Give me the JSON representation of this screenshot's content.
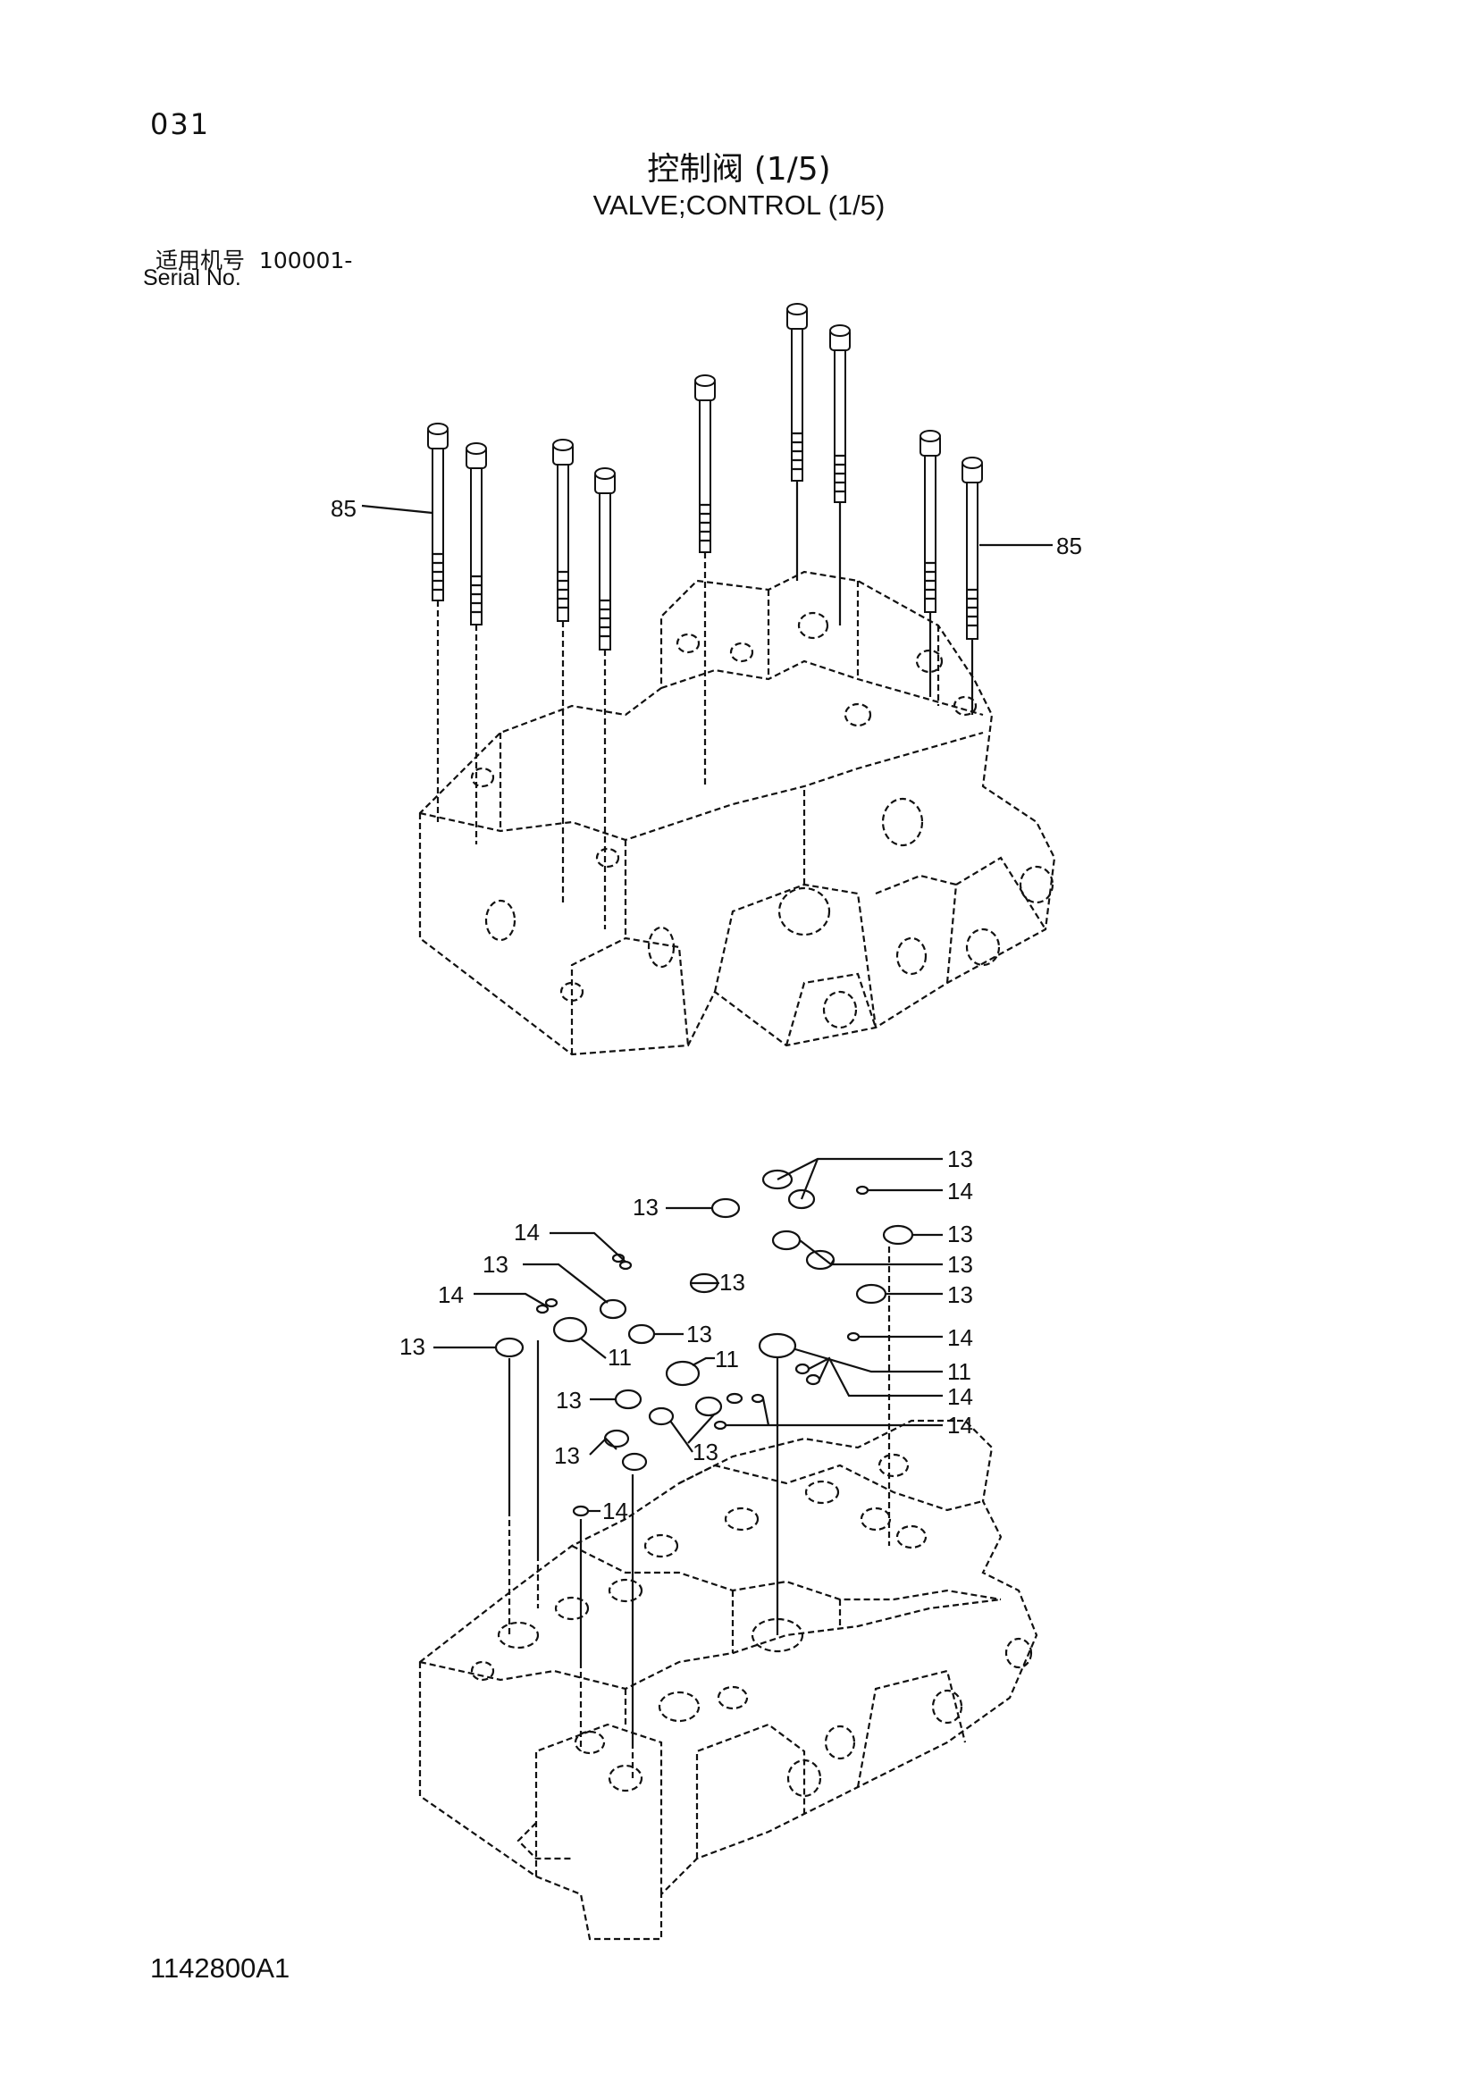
{
  "header": {
    "page_number": "031",
    "title_cn": "控制阀 (1/5)",
    "title_en": "VALVE;CONTROL (1/5)"
  },
  "serial": {
    "label_cn": "适用机号",
    "range": "100001-",
    "label_en": "Serial No."
  },
  "footer": {
    "drawing_code": "1142800A1"
  },
  "callouts": {
    "bolt": "85",
    "seal_large": "13",
    "seal_small": "14",
    "seal_main": "11"
  }
}
